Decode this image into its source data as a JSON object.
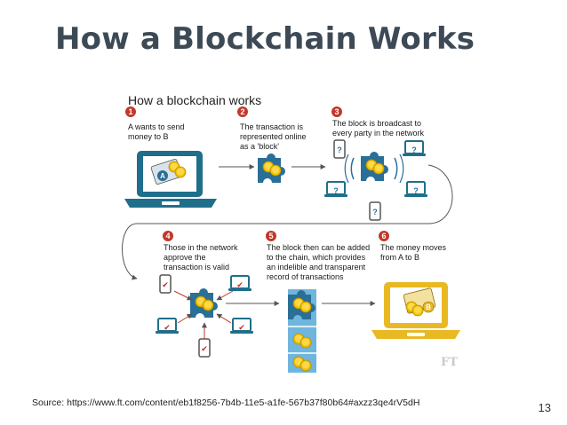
{
  "slide": {
    "title": "How a Blockchain Works",
    "source": "Source: https://www.ft.com/content/eb1f8256-7b4b-11e5-a1fe-567b37f80b64#axzz3qe4rV5dH",
    "page_number": "13"
  },
  "diagram": {
    "heading": "How a blockchain works",
    "watermark": "FT",
    "steps": [
      {
        "number": "1",
        "lines": [
          "A wants to send",
          "money to B"
        ]
      },
      {
        "number": "2",
        "lines": [
          "The transaction is",
          "represented online",
          "as a 'block'"
        ]
      },
      {
        "number": "3",
        "lines": [
          "The block is broadcast to",
          "every party in the network"
        ]
      },
      {
        "number": "4",
        "lines": [
          "Those in the network",
          "approve the",
          "transaction is valid"
        ]
      },
      {
        "number": "5",
        "lines": [
          "The block then can be added",
          "to the chain, which provides",
          "an indelible and transparent",
          "record of transactions"
        ]
      },
      {
        "number": "6",
        "lines": [
          "The money moves",
          "from A to B"
        ]
      }
    ],
    "icons": {
      "unknown_mark": "?",
      "approved_mark": "✔",
      "sender_badge": "A",
      "receiver_badge": "B"
    },
    "colors": {
      "step_red": "#c0392b",
      "laptop_teal": "#1f6f8b",
      "laptop_yellow": "#e8b923",
      "coin_gold": "#f2c200",
      "puzzle_blue": "#2a6f97",
      "chain_light": "#6fb6dd",
      "check_red": "#c62828"
    }
  }
}
